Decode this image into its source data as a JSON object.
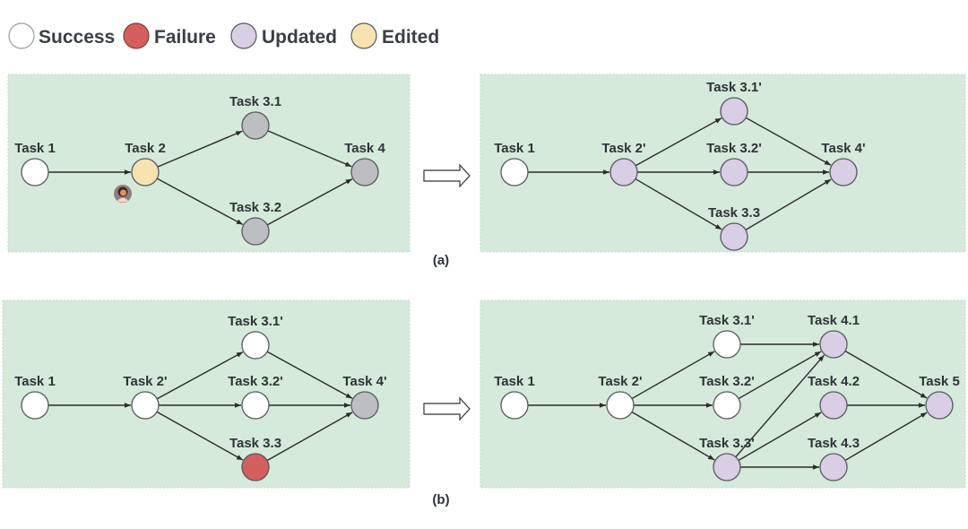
{
  "legend": [
    {
      "key": "success",
      "label": "Success",
      "color": "#ffffff"
    },
    {
      "key": "failure",
      "label": "Failure",
      "color": "#d55f5d"
    },
    {
      "key": "updated",
      "label": "Updated",
      "color": "#dacde6"
    },
    {
      "key": "edited",
      "label": "Edited",
      "color": "#f7e3b0"
    }
  ],
  "status_colors": {
    "success": "#ffffff",
    "failure": "#d55f5d",
    "updated": "#dacde6",
    "edited": "#f7e3b0",
    "pending": "#bcbec2"
  },
  "captions": {
    "a": "(a)",
    "b": "(b)"
  },
  "panels": [
    {
      "id": "a-before",
      "nodes": [
        {
          "id": "t1",
          "label": "Task 1",
          "status": "success"
        },
        {
          "id": "t2",
          "label": "Task 2",
          "status": "edited",
          "badge": "user-avatar"
        },
        {
          "id": "t31",
          "label": "Task 3.1",
          "status": "pending"
        },
        {
          "id": "t32",
          "label": "Task 3.2",
          "status": "pending"
        },
        {
          "id": "t4",
          "label": "Task 4",
          "status": "pending"
        }
      ],
      "edges": [
        [
          "t1",
          "t2"
        ],
        [
          "t2",
          "t31"
        ],
        [
          "t2",
          "t32"
        ],
        [
          "t31",
          "t4"
        ],
        [
          "t32",
          "t4"
        ]
      ]
    },
    {
      "id": "a-after",
      "nodes": [
        {
          "id": "t1",
          "label": "Task 1",
          "status": "success"
        },
        {
          "id": "t2",
          "label": "Task 2'",
          "status": "updated"
        },
        {
          "id": "t31",
          "label": "Task 3.1'",
          "status": "updated"
        },
        {
          "id": "t32",
          "label": "Task 3.2'",
          "status": "updated"
        },
        {
          "id": "t33",
          "label": "Task 3.3",
          "status": "updated"
        },
        {
          "id": "t4",
          "label": "Task 4'",
          "status": "updated"
        }
      ],
      "edges": [
        [
          "t1",
          "t2"
        ],
        [
          "t2",
          "t31"
        ],
        [
          "t2",
          "t32"
        ],
        [
          "t2",
          "t33"
        ],
        [
          "t31",
          "t4"
        ],
        [
          "t32",
          "t4"
        ],
        [
          "t33",
          "t4"
        ]
      ]
    },
    {
      "id": "b-before",
      "nodes": [
        {
          "id": "t1",
          "label": "Task 1",
          "status": "success"
        },
        {
          "id": "t2",
          "label": "Task 2'",
          "status": "success"
        },
        {
          "id": "t31",
          "label": "Task 3.1'",
          "status": "success"
        },
        {
          "id": "t32",
          "label": "Task 3.2'",
          "status": "success"
        },
        {
          "id": "t33",
          "label": "Task 3.3",
          "status": "failure"
        },
        {
          "id": "t4",
          "label": "Task 4'",
          "status": "pending"
        }
      ],
      "edges": [
        [
          "t1",
          "t2"
        ],
        [
          "t2",
          "t31"
        ],
        [
          "t2",
          "t32"
        ],
        [
          "t2",
          "t33"
        ],
        [
          "t31",
          "t4"
        ],
        [
          "t32",
          "t4"
        ],
        [
          "t33",
          "t4"
        ]
      ]
    },
    {
      "id": "b-after",
      "nodes": [
        {
          "id": "t1",
          "label": "Task 1",
          "status": "success"
        },
        {
          "id": "t2",
          "label": "Task 2'",
          "status": "success"
        },
        {
          "id": "t31",
          "label": "Task 3.1'",
          "status": "success"
        },
        {
          "id": "t32",
          "label": "Task 3.2'",
          "status": "success"
        },
        {
          "id": "t33",
          "label": "Task 3.3'",
          "status": "updated"
        },
        {
          "id": "t41",
          "label": "Task 4.1",
          "status": "updated"
        },
        {
          "id": "t42",
          "label": "Task 4.2",
          "status": "updated"
        },
        {
          "id": "t43",
          "label": "Task 4.3",
          "status": "updated"
        },
        {
          "id": "t5",
          "label": "Task 5",
          "status": "updated"
        }
      ],
      "edges": [
        [
          "t1",
          "t2"
        ],
        [
          "t2",
          "t31"
        ],
        [
          "t2",
          "t32"
        ],
        [
          "t2",
          "t33"
        ],
        [
          "t31",
          "t41"
        ],
        [
          "t32",
          "t41"
        ],
        [
          "t33",
          "t41"
        ],
        [
          "t33",
          "t42"
        ],
        [
          "t33",
          "t43"
        ],
        [
          "t41",
          "t5"
        ],
        [
          "t42",
          "t5"
        ],
        [
          "t43",
          "t5"
        ]
      ]
    }
  ]
}
